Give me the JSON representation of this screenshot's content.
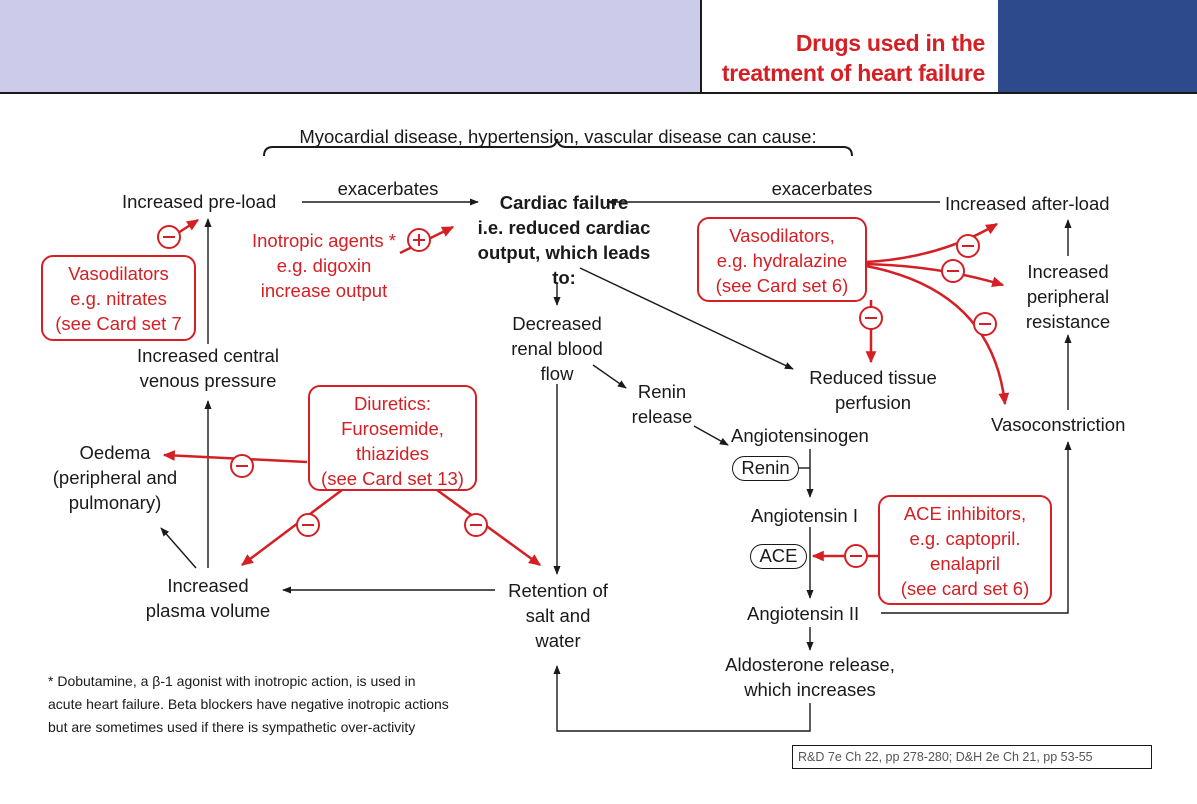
{
  "header": {
    "title_line1": "Drugs used in the",
    "title_line2": "treatment of heart failure"
  },
  "colors": {
    "accent_red": "#d42025",
    "header_lavender": "#ccccea",
    "header_navy": "#2d4a8c"
  },
  "nodes": {
    "top_cause": "Myocardial disease, hypertension, vascular disease can cause:",
    "cardiac_failure": [
      "Cardiac failure",
      "i.e. reduced cardiac",
      "output, which leads",
      "to:"
    ],
    "increased_preload": "Increased pre-load",
    "increased_afterload": "Increased after-load",
    "exacerbates_left": "exacerbates",
    "exacerbates_right": "exacerbates",
    "increased_cvp": [
      "Increased central",
      "venous pressure"
    ],
    "oedema": [
      "Oedema",
      "(peripheral and",
      "pulmonary)"
    ],
    "increased_plasma_volume": [
      "Increased",
      "plasma volume"
    ],
    "decreased_renal_blood_flow": [
      "Decreased",
      "renal blood",
      "flow"
    ],
    "renin_release": [
      "Renin",
      "release"
    ],
    "retention": [
      "Retention of",
      "salt and",
      "water"
    ],
    "reduced_tissue_perfusion": [
      "Reduced tissue",
      "perfusion"
    ],
    "angiotensinogen": "Angiotensinogen",
    "renin": "Renin",
    "angiotensin_i": "Angiotensin I",
    "ace": "ACE",
    "angiotensin_ii": "Angiotensin II",
    "aldosterone": [
      "Aldosterone release,",
      "which increases"
    ],
    "increased_peripheral_resistance": [
      "Increased",
      "peripheral",
      "resistance"
    ],
    "vasoconstriction": "Vasoconstriction"
  },
  "drugs": {
    "inotropic": [
      "Inotropic agents *",
      "e.g. digoxin",
      "increase output"
    ],
    "vasodilators_nitrates": [
      "Vasodilators",
      "e.g. nitrates",
      "(see Card set 7"
    ],
    "vasodilators_hydralazine": [
      "Vasodilators,",
      "e.g. hydralazine",
      "(see Card set 6)"
    ],
    "diuretics": [
      "Diuretics:",
      "Furosemide,",
      "thiazides",
      "(see Card set 13)"
    ],
    "ace_inhibitors": [
      "ACE inhibitors,",
      "e.g. captopril.",
      "enalapril",
      "(see card set 6)"
    ]
  },
  "signs": {
    "minus": "−",
    "plus": "+"
  },
  "footnote": [
    "* Dobutamine, a β-1 agonist with inotropic action, is used in",
    "acute heart failure. Beta blockers have negative inotropic actions",
    "but are sometimes used if there is sympathetic over-activity"
  ],
  "reference": "R&D 7e Ch 22, pp 278-280; D&H 2e Ch 21, pp 53-55"
}
